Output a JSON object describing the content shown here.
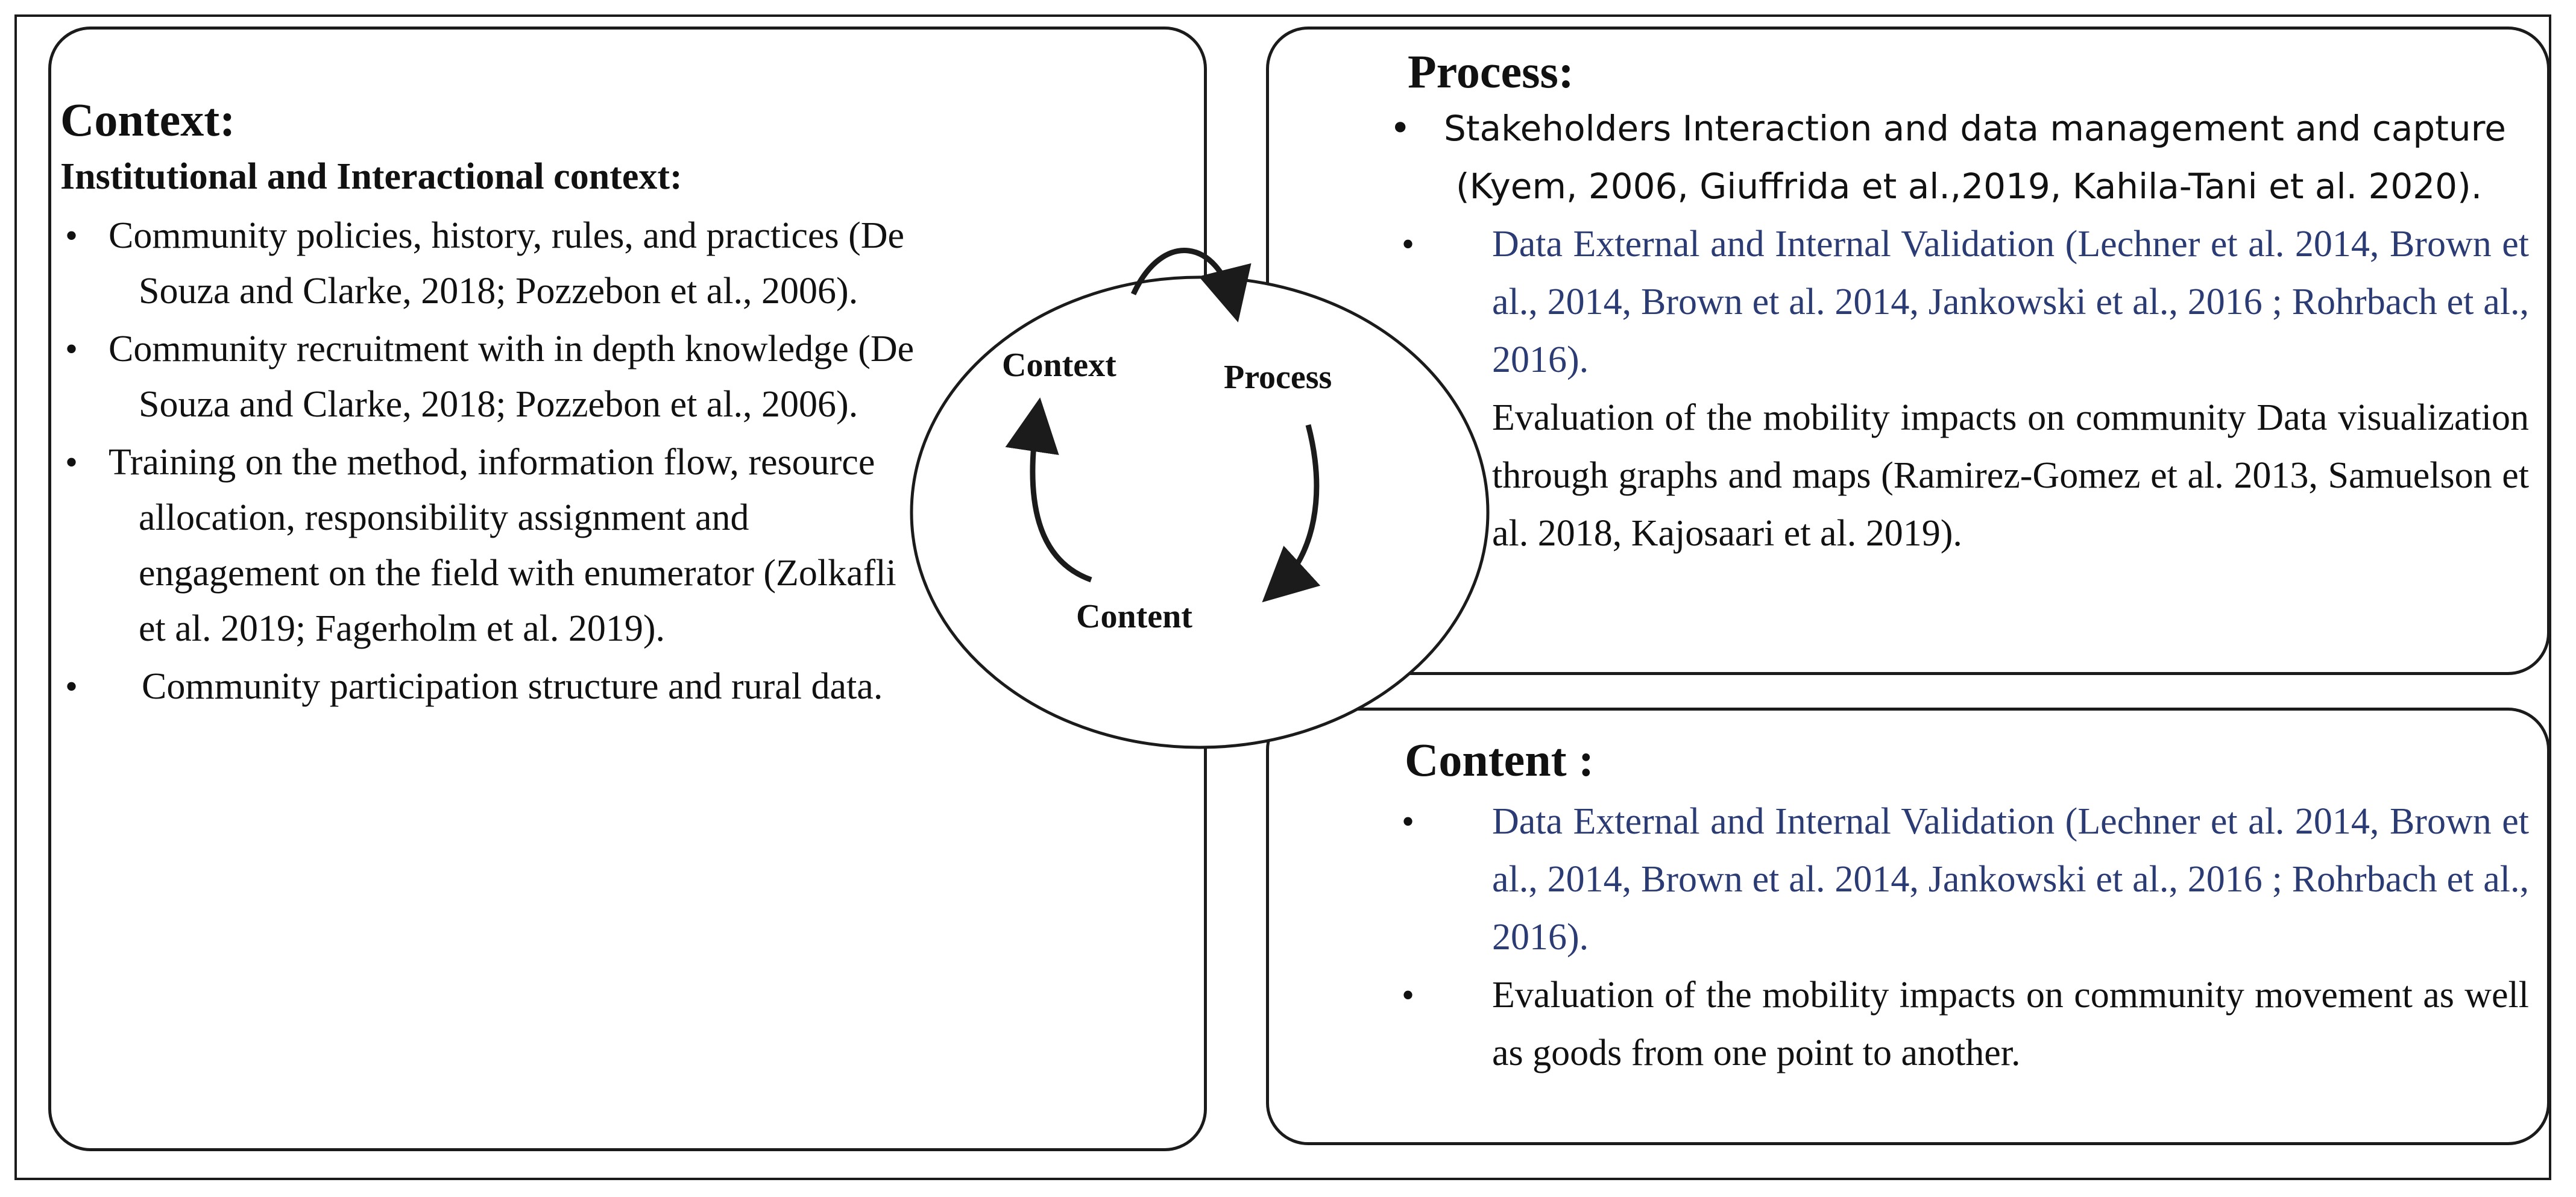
{
  "context": {
    "heading": "Context:",
    "subheading": "Institutional and Interactional context:",
    "items": [
      "Community policies, history, rules, and practices (De Souza and Clarke, 2018; Pozzebon et al., 2006).",
      "Community recruitment with in depth knowledge (De Souza and Clarke, 2018; Pozzebon et al., 2006).",
      "Training on the method, information flow, resource allocation, responsibility assignment and engagement on the field with enumerator (Zolkafli et al. 2019; Fagerholm et al. 2019).",
      "Community participation structure and rural data."
    ]
  },
  "process": {
    "heading": "Process:",
    "items": [
      "Stakeholders Interaction and data management and capture (Kyem, 2006, Giuffrida et al.,2019, Kahila-Tani et al. 2020).",
      "Data External and Internal Validation (Lechner et al. 2014, Brown et al., 2014, Brown et al. 2014, Jankowski et al., 2016 ; Rohrbach et al., 2016).",
      "Evaluation of the mobility impacts on community Data visualization through graphs and maps (Ramirez-Gomez et al. 2013, Samuelson et al. 2018, Kajosaari et al. 2019)."
    ]
  },
  "content": {
    "heading": "Content :",
    "items": [
      "Data External and Internal Validation (Lechner et al. 2014, Brown et al., 2014, Brown et al. 2014, Jankowski et al., 2016 ; Rohrbach et al., 2016).",
      "Evaluation of the mobility impacts on community movement as well as goods from one point to another."
    ]
  },
  "cycle": {
    "labels": {
      "context": "Context",
      "process": "Process",
      "content": "Content"
    }
  },
  "bullet_symbol": "•",
  "colors": {
    "text": "#111111",
    "citation_blue": "#2b3b73",
    "border": "#1b1b1b"
  }
}
